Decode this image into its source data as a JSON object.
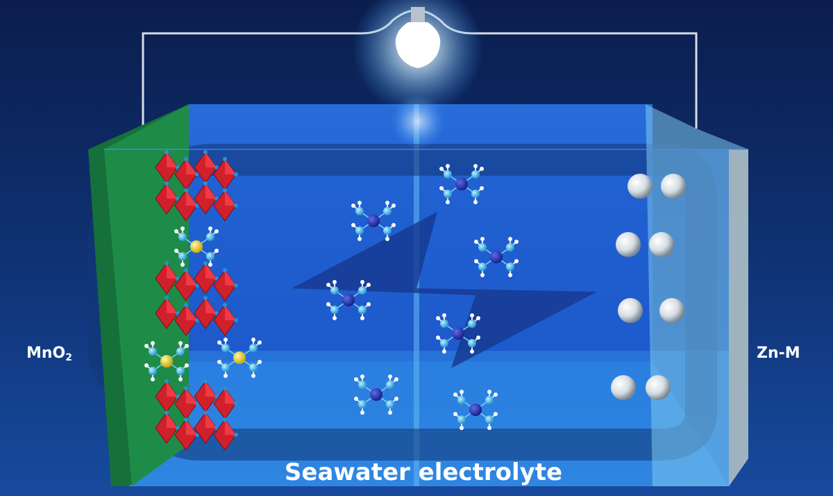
{
  "labels": {
    "cathode_main": "MnO",
    "cathode_sub": "2",
    "anode": "Zn-M",
    "electrolyte": "Seawater electrolyte"
  },
  "colors": {
    "background_top": "#0b1d4d",
    "background_bottom": "#174a9e",
    "cathode_plate": "#1f8f4a",
    "anode_plate": "#9fb3bf",
    "electrolyte": "#1e78d6",
    "octahedra": "#d0202b",
    "cation": "#e6d21e",
    "water_oxygen": "#39b3e6",
    "water_hydrogen": "#ffffff",
    "zinc_sphere": "#e8eef3"
  },
  "icons": {
    "bulb": "light-bulb-icon",
    "lightning": "lightning-bolt-icon",
    "recycle": "recycle-arrow-icon"
  }
}
